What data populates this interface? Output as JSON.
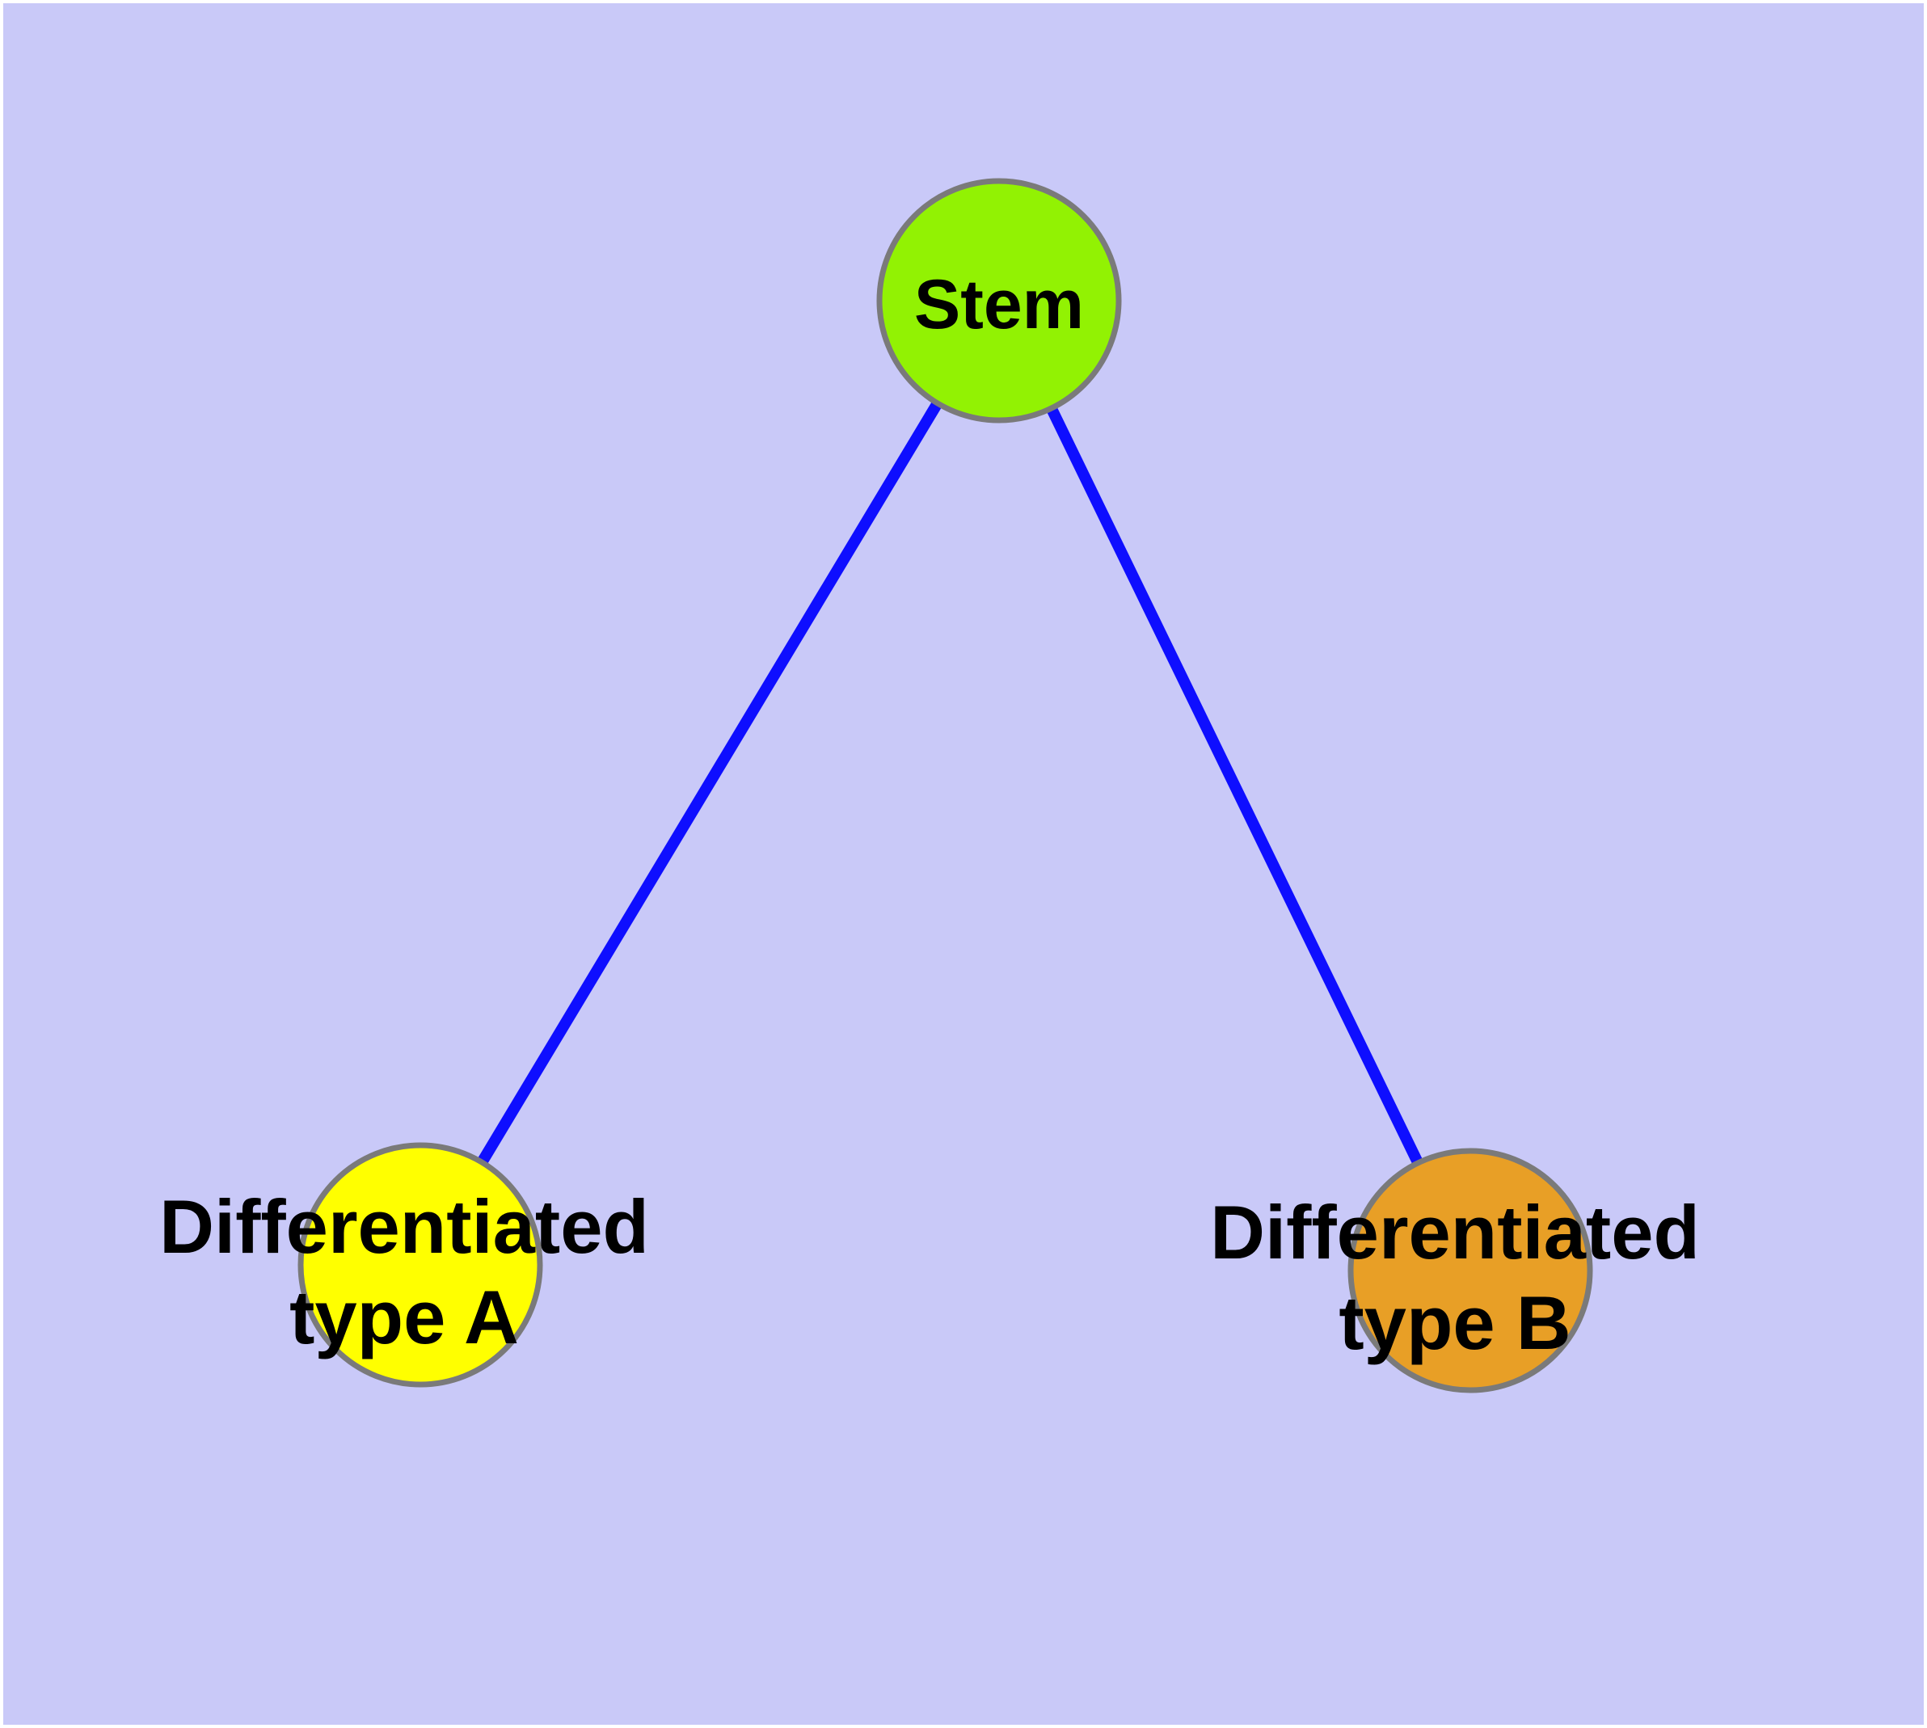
{
  "diagram": {
    "type": "graph",
    "description_labels": {
      "stem": "Stem",
      "type_a_line1": "Differentiated",
      "type_a_line2": "type A",
      "type_b_line1": "Differentiated",
      "type_b_line2": "type B"
    },
    "colors": {
      "frame": "#FFFFFF",
      "background": "#C9C9F8",
      "edge": "#0E0EFF",
      "node_border": "#7A7A7A",
      "label": "#000000",
      "stem_fill": "#92F203",
      "type_a_fill": "#FFFF00",
      "type_b_fill": "#E89F26"
    },
    "nodes": {
      "stem": {
        "label": "Stem",
        "fill": "#92F203"
      },
      "type_a": {
        "label_line1": "Differentiated",
        "label_line2": "type A",
        "fill": "#FFFF00"
      },
      "type_b": {
        "label_line1": "Differentiated",
        "label_line2": "type B",
        "fill": "#E89F26"
      }
    },
    "edges": [
      {
        "from": "Stem",
        "to": "Differentiated type A"
      },
      {
        "from": "Stem",
        "to": "Differentiated type B"
      }
    ]
  }
}
